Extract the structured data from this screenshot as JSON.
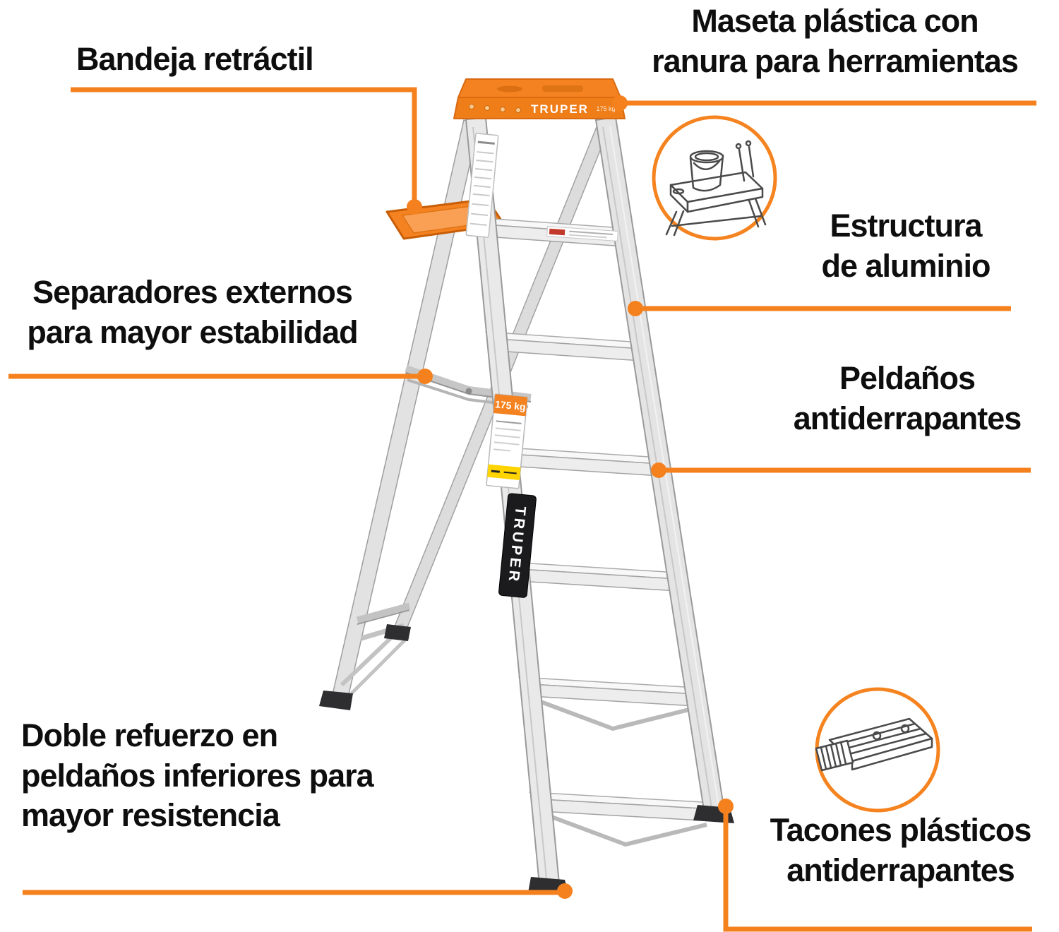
{
  "colors": {
    "accent": "#F5811E",
    "text": "#0E0E0E",
    "cap_orange": "#F58220",
    "aluminum": "#EAEAEA",
    "foot_black": "#2E2E30",
    "sticker_yellow": "#FFD400"
  },
  "ladder": {
    "brand": "TRUPER",
    "cap_small": "175 kg",
    "capacity_label": "175 kg"
  },
  "icons": {
    "top_cap_detail": "paint-can-on-ladder-top-icon",
    "step_detail": "step-cross-section-icon"
  },
  "callouts": {
    "bandeja": {
      "text": "Bandeja retráctil"
    },
    "maseta": {
      "text": "Maseta plástica con\nranura para herramientas"
    },
    "estructura": {
      "text": "Estructura\nde aluminio"
    },
    "peldanos": {
      "text": "Peldaños\nantiderrapantes"
    },
    "separadores": {
      "text": "Separadores externos\npara mayor estabilidad"
    },
    "doble_refuerzo": {
      "text": "Doble refuerzo en\npeldaños inferiores para\nmayor resistencia"
    },
    "tacones": {
      "text": "Tacones plásticos\nantiderrapantes"
    }
  }
}
